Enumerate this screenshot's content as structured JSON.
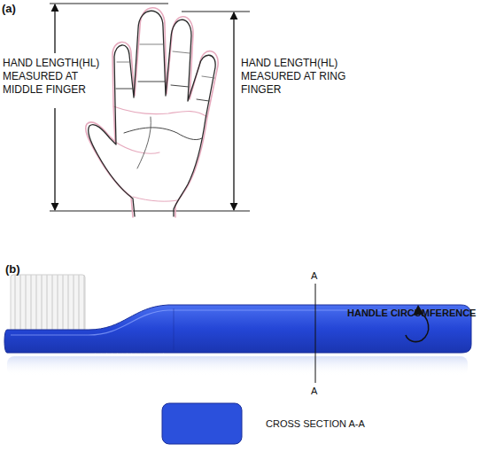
{
  "diagram": {
    "labels": [
      "(a)",
      "HAND LENGTH(HL) MEASURED AT MIDDLE FINGER",
      "HAND LENGTH(HL) MEASURED AT RING FINGER",
      "(b)",
      "A",
      "A",
      "HANDLE CIRCUMFERENCE",
      "CROSS SECTION A-A"
    ]
  }
}
